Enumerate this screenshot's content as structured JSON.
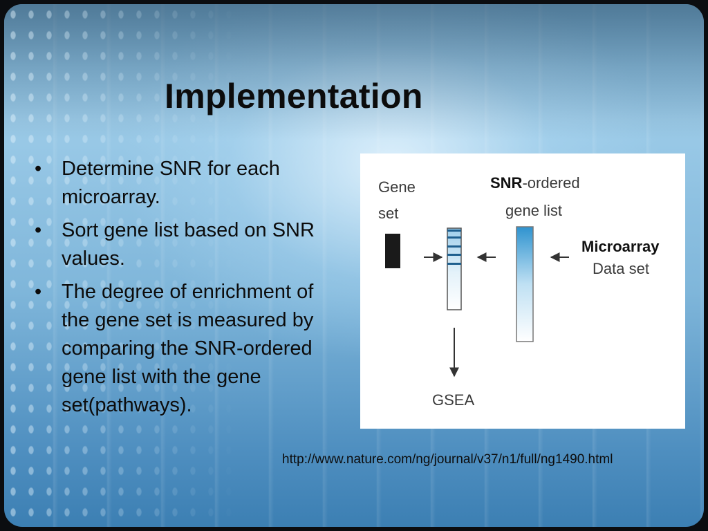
{
  "slide": {
    "title": "Implementation",
    "bullets": [
      "Determine SNR for each microarray.",
      "Sort gene list based on SNR values.",
      "The degree of enrichment of the gene set is measured by comparing the SNR-ordered gene list with the gene set(pathways)."
    ],
    "source_url": "http://www.nature.com/ng/journal/v37/n1/full/ng1490.html"
  },
  "diagram": {
    "gene_set_label_1": "Gene",
    "gene_set_label_2": "set",
    "snr_label_bold": "SNR",
    "snr_label_rest": "-ordered",
    "snr_label_2": "gene list",
    "microarray_label_1": "Microarray",
    "microarray_label_2": "Data set",
    "gsea_label": "GSEA",
    "colors": {
      "gene_set_block": "#1a1a1a",
      "ordered_list_top": "#2f93cf",
      "bands": "#1e5f8e"
    }
  }
}
